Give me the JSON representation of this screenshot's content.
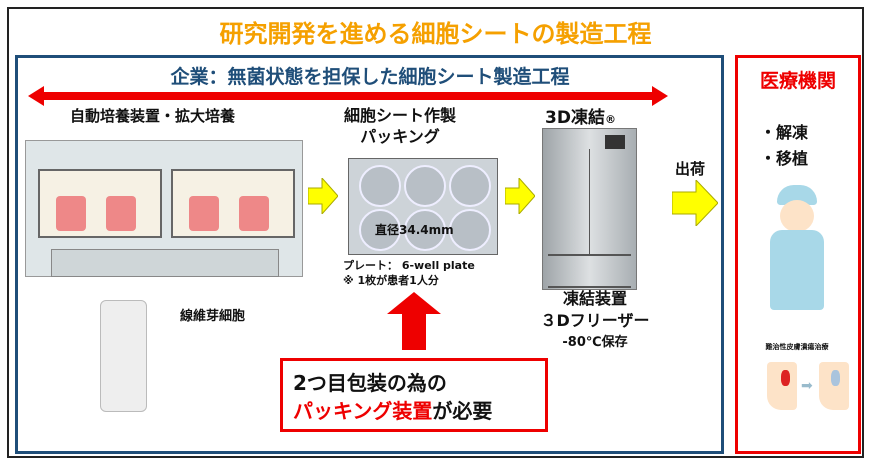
{
  "title": "研究開発を進める細胞シートの製造工程",
  "company_header": "企業：無菌状態を担保した細胞シート製造工程",
  "step1": {
    "label": "自動培養装置・拡大培養",
    "cell_label": "線維芽細胞"
  },
  "step2": {
    "label_line1": "細胞シート作製",
    "label_line2": "パッキング",
    "diameter": "直径34.4mm",
    "plate": "プレート： 6-well plate",
    "note": "※ 1枚が患者1人分"
  },
  "step3": {
    "label": "3D凍結",
    "mark": "®",
    "device_line1": "凍結装置",
    "device_line2": "３Dフリーザー",
    "storage": "-80℃保存"
  },
  "shipping": "出荷",
  "callout": {
    "line1": "2つ目包装の為の",
    "line2_red": "パッキング装置",
    "line2_rest": "が必要"
  },
  "medical": {
    "title": "医療機関",
    "items": [
      "・解凍",
      "・移植"
    ],
    "caption": "難治性皮膚潰瘍治療"
  },
  "colors": {
    "title": "#f5a000",
    "blue": "#1f4e79",
    "red": "#ee0000",
    "yellow": "#ffff00"
  }
}
